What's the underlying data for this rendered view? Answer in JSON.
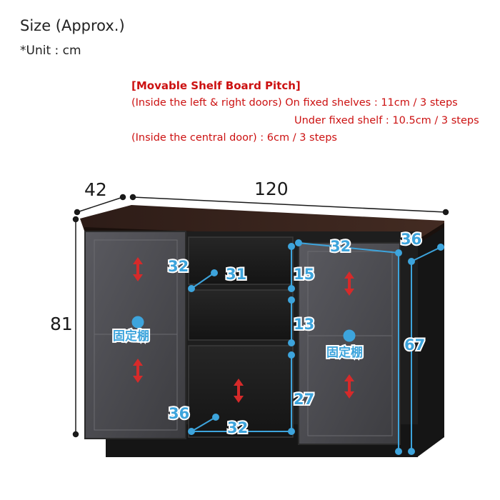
{
  "header": {
    "title": "Size (Approx.)",
    "unit": "*Unit : cm"
  },
  "shelf_pitch": {
    "heading": "[Movable Shelf Board Pitch]",
    "line1": "(Inside the left & right doors) On fixed shelves : 11cm / 3 steps",
    "line2": "Under fixed shelf : 10.5cm / 3 steps",
    "line3": "(Inside the central door) : 6cm / 3 steps"
  },
  "dimensions": {
    "depth": "42",
    "width": "120",
    "height": "81",
    "right_top_width": "32",
    "right_top_depth": "36",
    "right_height": "67",
    "left_inner_height": "32",
    "top_drawer_width": "31",
    "top_drawer_height": "15",
    "middle_drawer_height": "13",
    "bottom_drawer_height": "27",
    "bottom_drawer_depth": "36",
    "bottom_drawer_width": "32"
  },
  "labels": {
    "fixed_shelf_left": "固定棚",
    "fixed_shelf_right": "固定棚"
  },
  "colors": {
    "cabinet_body": "#1e1e1e",
    "top_board": "#3a2620",
    "glass_door": "#4a4a4e",
    "dimension_blue": "#3da4dc",
    "arrow_red": "#d62a2a",
    "pitch_text_red": "#cc1111"
  }
}
